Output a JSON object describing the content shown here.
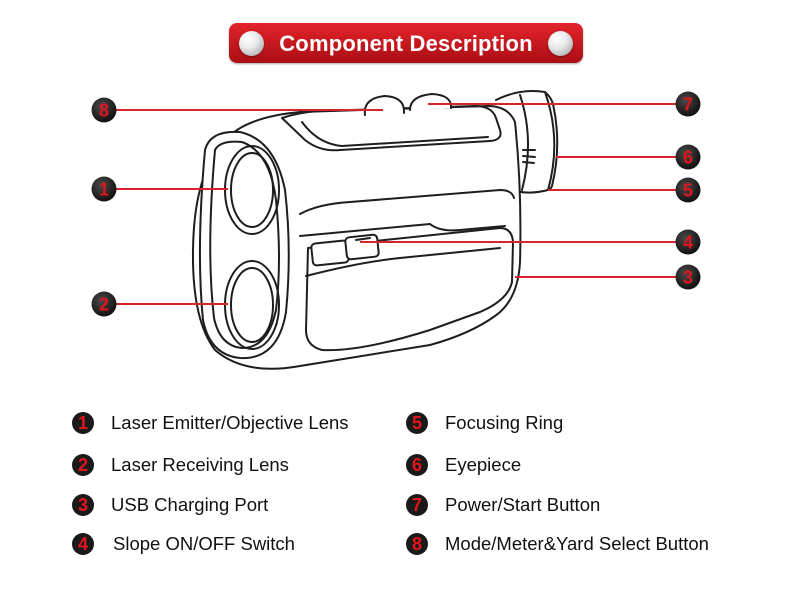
{
  "header": {
    "title": "Component Description"
  },
  "callouts": [
    {
      "number": "1",
      "side": "left"
    },
    {
      "number": "2",
      "side": "left"
    },
    {
      "number": "3",
      "side": "right"
    },
    {
      "number": "4",
      "side": "right"
    },
    {
      "number": "5",
      "side": "right"
    },
    {
      "number": "6",
      "side": "right"
    },
    {
      "number": "7",
      "side": "right"
    },
    {
      "number": "8",
      "side": "left"
    }
  ],
  "legend": [
    {
      "number": "1",
      "label": "Laser Emitter/Objective Lens"
    },
    {
      "number": "2",
      "label": "Laser Receiving Lens"
    },
    {
      "number": "3",
      "label": "USB Charging Port"
    },
    {
      "number": "4",
      "label": "Slope ON/OFF Switch"
    },
    {
      "number": "5",
      "label": "Focusing Ring"
    },
    {
      "number": "6",
      "label": "Eyepiece"
    },
    {
      "number": "7",
      "label": "Power/Start Button"
    },
    {
      "number": "8",
      "label": "Mode/Meter&Yard Select Button"
    }
  ],
  "colors": {
    "banner_red": "#d41a20",
    "callout_line": "#d8232a",
    "badge_fill": "#1a1a1a",
    "badge_number": "#e2151c"
  }
}
